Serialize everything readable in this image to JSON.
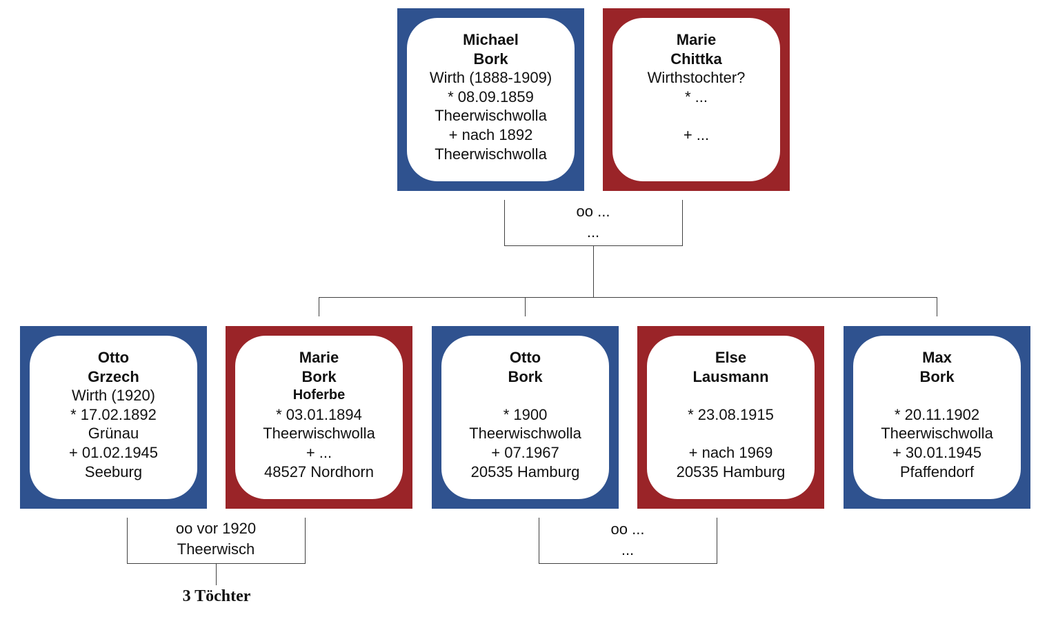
{
  "colors": {
    "male": "#2f528f",
    "female": "#9a2428",
    "line": "#404040"
  },
  "persons": {
    "michael": {
      "first": "Michael",
      "last": "Bork",
      "role": "Wirth (1888-1909)",
      "born": "* 08.09.1859",
      "born_place": "Theerwischwolla",
      "died": "+ nach 1892",
      "died_place": "Theerwischwolla"
    },
    "marie_c": {
      "first": "Marie",
      "last": "Chittka",
      "role": "Wirthstochter?",
      "born": "* ...",
      "born_place": "",
      "died": "+ ...",
      "died_place": ""
    },
    "otto_g": {
      "first": "Otto",
      "last": "Grzech",
      "role": "Wirth (1920)",
      "born": "* 17.02.1892",
      "born_place": "Grünau",
      "died": "+ 01.02.1945",
      "died_place": "Seeburg"
    },
    "marie_b": {
      "first": "Marie",
      "last": "Bork",
      "role": "Hoferbe",
      "born": "* 03.01.1894",
      "born_place": "Theerwischwolla",
      "died": "+ ...",
      "died_place": "48527 Nordhorn"
    },
    "otto_b": {
      "first": "Otto",
      "last": "Bork",
      "role": "",
      "born": "* 1900",
      "born_place": "Theerwischwolla",
      "died": "+ 07.1967",
      "died_place": "20535 Hamburg"
    },
    "else": {
      "first": "Else",
      "last": "Lausmann",
      "role": "",
      "born": "* 23.08.1915",
      "born_place": "",
      "died": "+ nach 1969",
      "died_place": "20535 Hamburg"
    },
    "max": {
      "first": "Max",
      "last": "Bork",
      "role": "",
      "born": "* 20.11.1902",
      "born_place": "Theerwischwolla",
      "died": "+ 30.01.1945",
      "died_place": "Pfaffendorf"
    }
  },
  "marriages": {
    "parents": {
      "date": "oo ...",
      "place": "..."
    },
    "grzech_bork": {
      "date": "oo vor 1920",
      "place": "Theerwisch"
    },
    "bork_lausmann": {
      "date": "oo ...",
      "place": "..."
    }
  },
  "children_note": "3 Töchter"
}
